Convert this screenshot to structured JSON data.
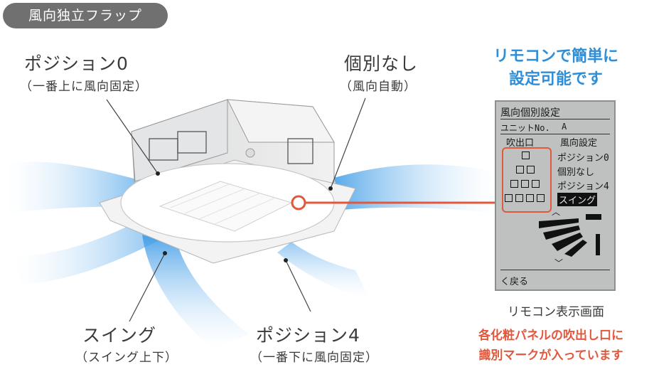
{
  "title": "風向独立フラップ",
  "labels": {
    "pos0": {
      "main": "ポジション0",
      "sub": "（一番上に風向固定）"
    },
    "none": {
      "main": "個別なし",
      "sub": "（風向自動）"
    },
    "swing": {
      "main": "スイング",
      "sub": "（スイング上下）"
    },
    "pos4": {
      "main": "ポジション4",
      "sub": "（一番下に風向固定）"
    }
  },
  "remote": {
    "headline_1": "リモコンで簡単に",
    "headline_2": "設定可能です",
    "screen": {
      "title": "風向個別設定",
      "unit_label": "ユニットNo.",
      "unit_value": "A",
      "col_outlet": "吹出口",
      "col_direction": "風向設定",
      "options": [
        "ポジション0",
        "個別なし",
        "ポジション4",
        "スイング"
      ],
      "selected_option": "スイング",
      "back": "く戻る"
    },
    "caption": "リモコン表示画面"
  },
  "note": {
    "line_1": "各化粧パネルの吹出し口に",
    "line_2": "識別マークが入っています"
  },
  "colors": {
    "accent_blue": "#2f8ed6",
    "accent_red": "#e2583d",
    "pill_gray": "#707070",
    "screen_bg": "#bfc1c1"
  }
}
